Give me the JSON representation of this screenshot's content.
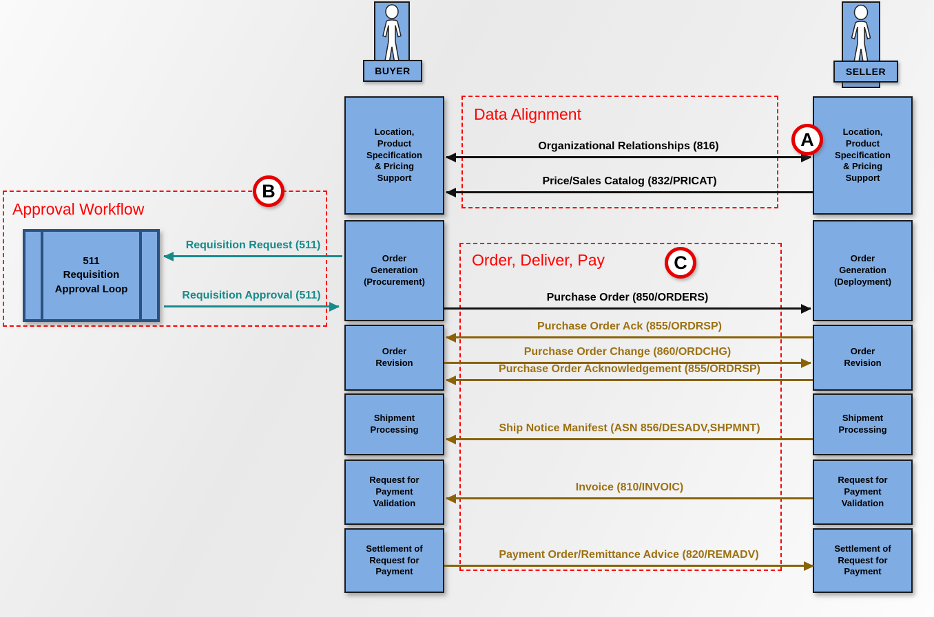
{
  "actors": {
    "buyer": "BUYER",
    "seller": "SELLER"
  },
  "markers": {
    "a": "A",
    "b": "B",
    "c": "C"
  },
  "groups": {
    "data_alignment": {
      "title": "Data Alignment"
    },
    "approval_workflow": {
      "title": "Approval Workflow"
    },
    "order_deliver_pay": {
      "title": "Order, Deliver, Pay"
    }
  },
  "approval_loop_box": {
    "label": "511\nRequisition\nApproval Loop"
  },
  "buyer_processes": [
    "Location,\nProduct\nSpecification\n& Pricing\nSupport",
    "Order\nGeneration\n(Procurement)",
    "Order\nRevision",
    "Shipment\nProcessing",
    "Request for\nPayment\nValidation",
    "Settlement of\nRequest for\nPayment"
  ],
  "seller_processes": [
    "Location,\nProduct\nSpecification\n& Pricing\nSupport",
    "Order\nGeneration\n(Deployment)",
    "Order\nRevision",
    "Shipment\nProcessing",
    "Request for\nPayment\nValidation",
    "Settlement of\nRequest for\nPayment"
  ],
  "messages": [
    {
      "label": "Organizational Relationships (816)",
      "direction": "both",
      "color": "black"
    },
    {
      "label": "Price/Sales Catalog (832/PRICAT)",
      "direction": "left",
      "color": "black"
    },
    {
      "label": "Requisition Request (511)",
      "direction": "left",
      "color": "teal"
    },
    {
      "label": "Requisition Approval (511)",
      "direction": "right",
      "color": "teal"
    },
    {
      "label": "Purchase Order (850/ORDERS)",
      "direction": "right",
      "color": "black"
    },
    {
      "label": "Purchase Order Ack (855/ORDRSP)",
      "direction": "left",
      "color": "gold"
    },
    {
      "label": "Purchase Order Change (860/ORDCHG)",
      "direction": "right",
      "color": "gold"
    },
    {
      "label": "Purchase Order Acknowledgement (855/ORDRSP)",
      "direction": "left",
      "color": "gold"
    },
    {
      "label": "Ship Notice Manifest (ASN 856/DESADV,SHPMNT)",
      "direction": "left",
      "color": "gold"
    },
    {
      "label": "Invoice (810/INVOIC)",
      "direction": "left",
      "color": "gold"
    },
    {
      "label": "Payment Order/Remittance Advice (820/REMADV)",
      "direction": "right",
      "color": "gold"
    }
  ],
  "colors": {
    "process_box_blue": "#7FACE3",
    "loop_border_blue": "#2A517F",
    "frame_red": "#FF0000",
    "teal": "#178A8A",
    "gold": "#9D7112",
    "black": "#000000"
  }
}
